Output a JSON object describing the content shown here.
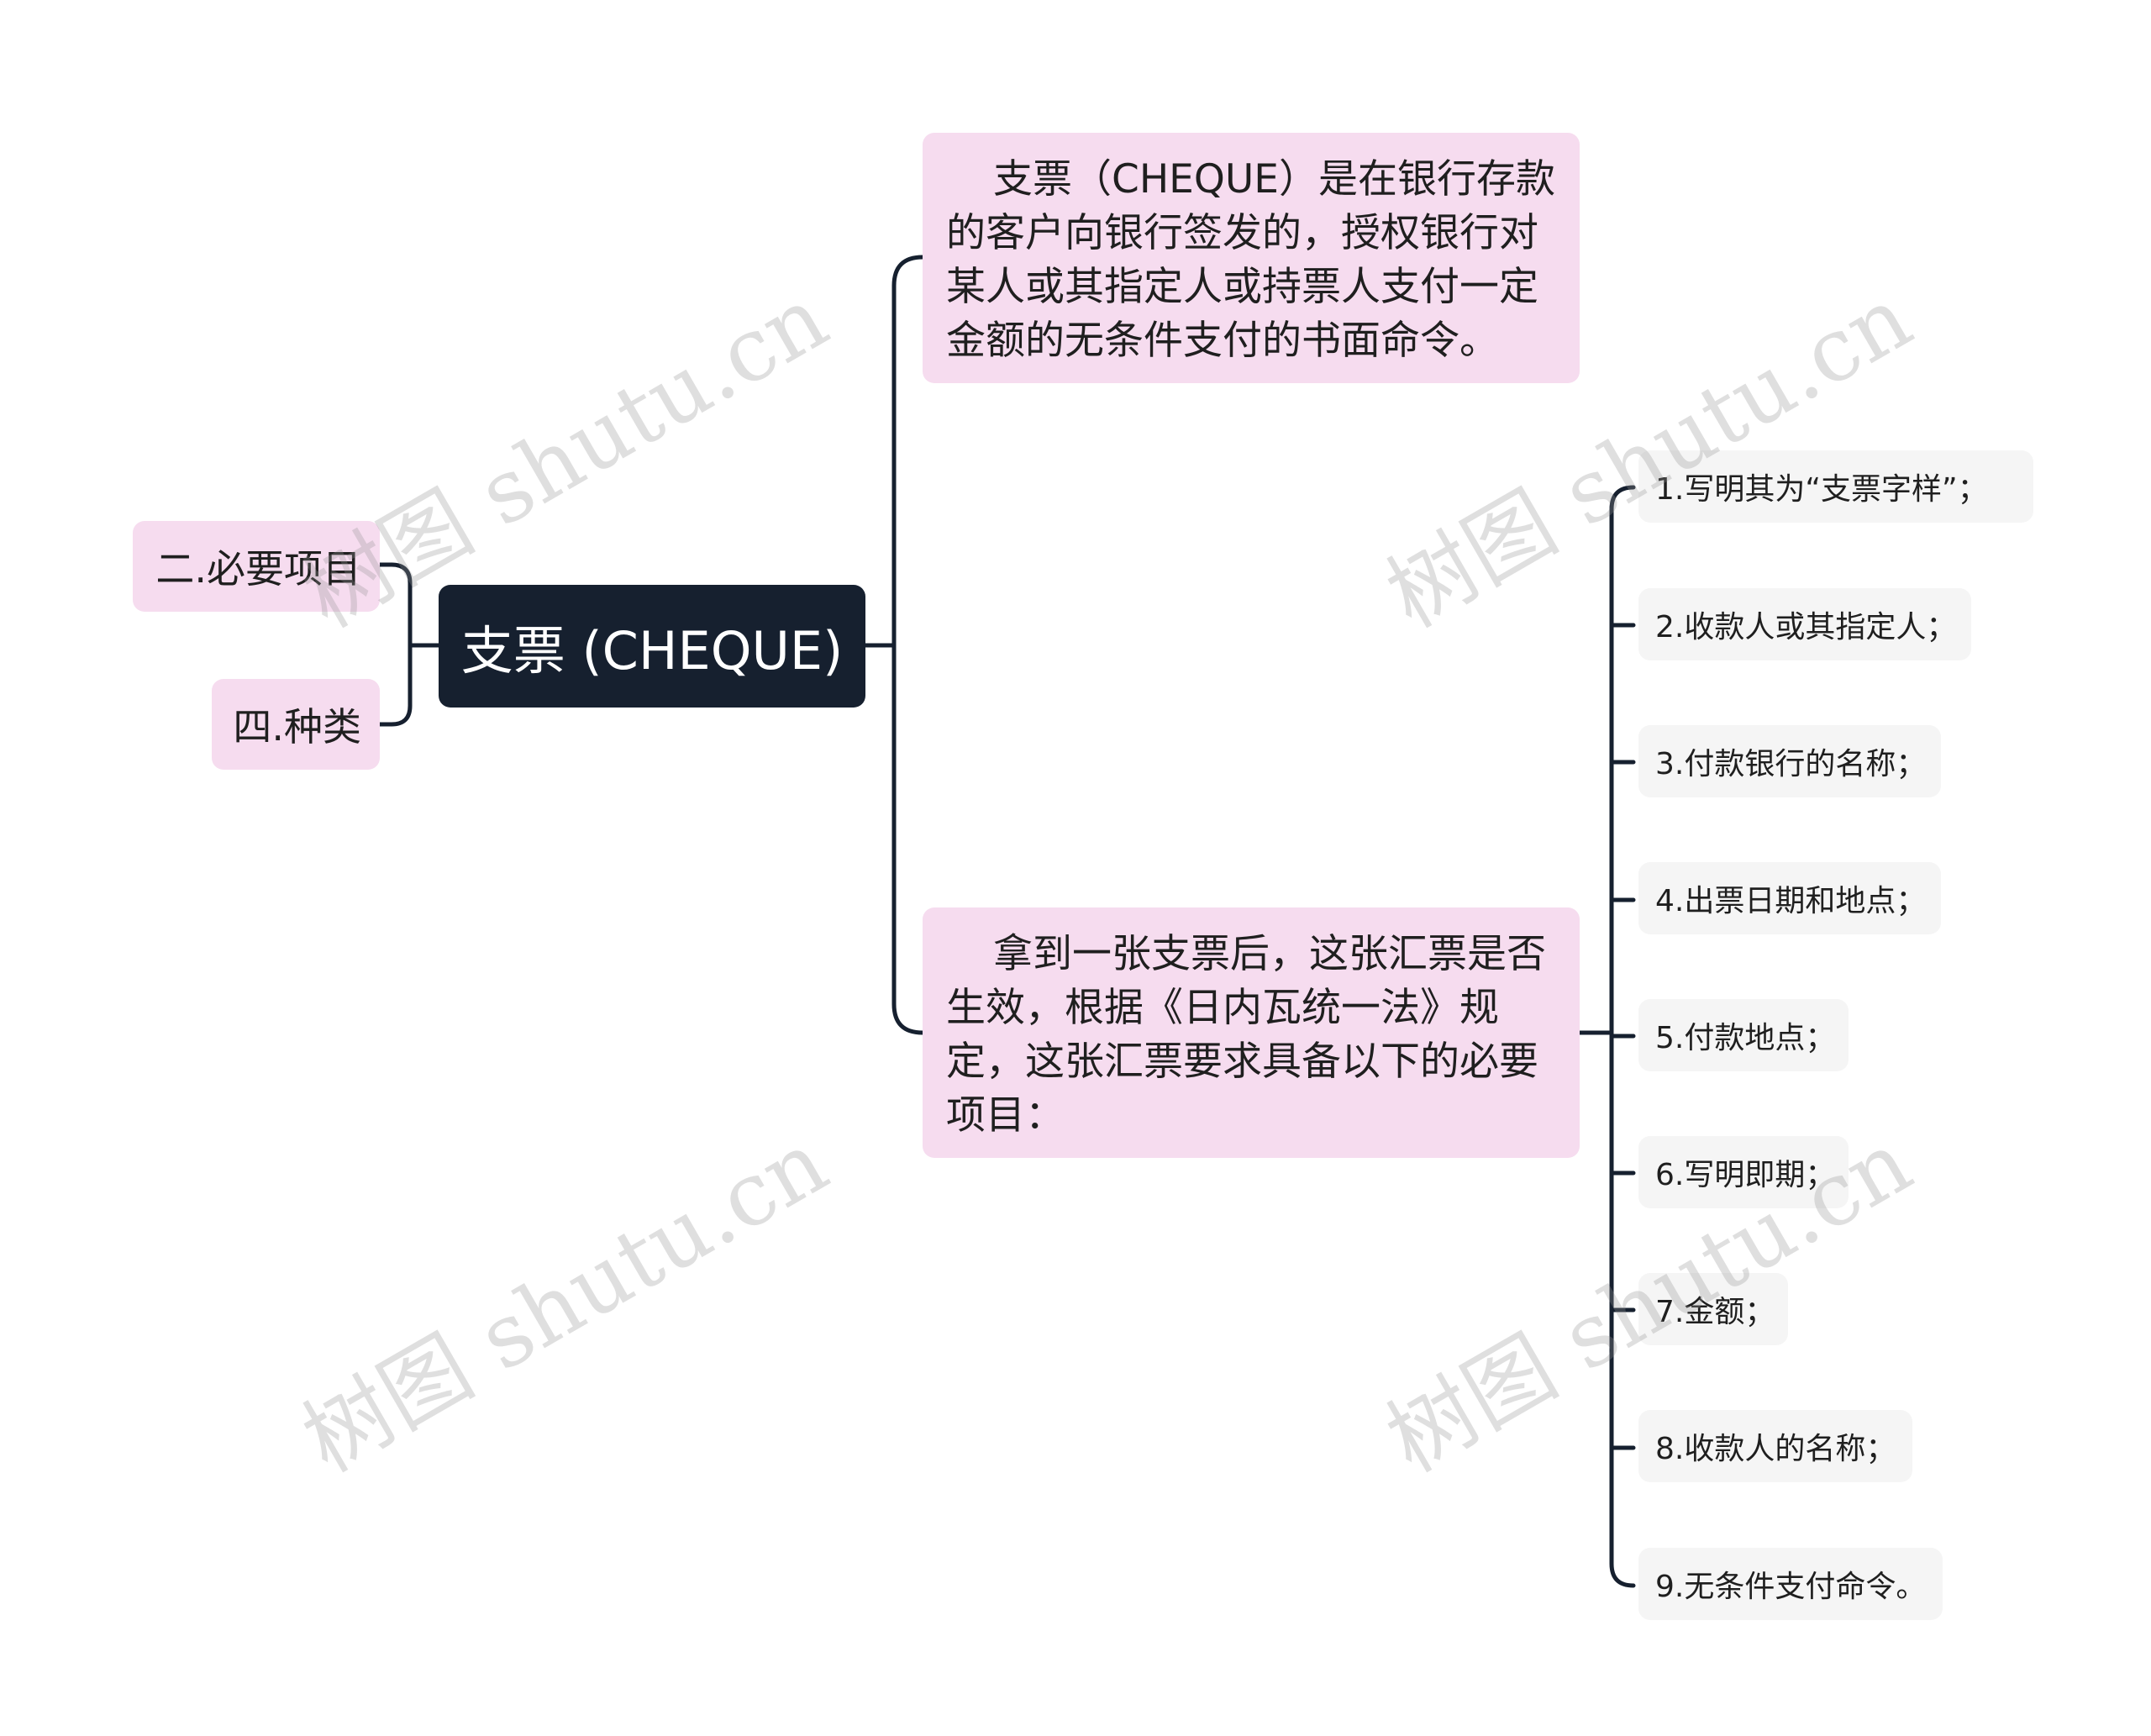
{
  "diagram": {
    "root": {
      "label": "支票 (CHEQUE)"
    },
    "left_branches": [
      {
        "label": "二.必要项目"
      },
      {
        "label": "四.种类"
      }
    ],
    "right_branches": [
      {
        "label": "支票（CHEQUE）是在银行存款的客户向银行签发的，授权银行对某人或其指定人或持票人支付一定金额的无条件支付的书面命令。"
      },
      {
        "label": "拿到一张支票后，这张汇票是否生效，根据《日内瓦统一法》规定，这张汇票要求具备以下的必要项目：",
        "children": [
          {
            "label": "1.写明其为“支票字样”；"
          },
          {
            "label": "2.收款人或其指定人；"
          },
          {
            "label": "3.付款银行的名称；"
          },
          {
            "label": "4.出票日期和地点；"
          },
          {
            "label": "5.付款地点；"
          },
          {
            "label": "6.写明即期；"
          },
          {
            "label": "7.金额；"
          },
          {
            "label": "8.收款人的名称；"
          },
          {
            "label": "9.无条件支付命令。"
          }
        ]
      }
    ],
    "watermark": "树图 shutu.cn",
    "colors": {
      "root_fill": "#16202f",
      "branch_fill": "#f6dcef",
      "leaf_fill": "#f5f5f5",
      "connector": "#16202f"
    }
  }
}
